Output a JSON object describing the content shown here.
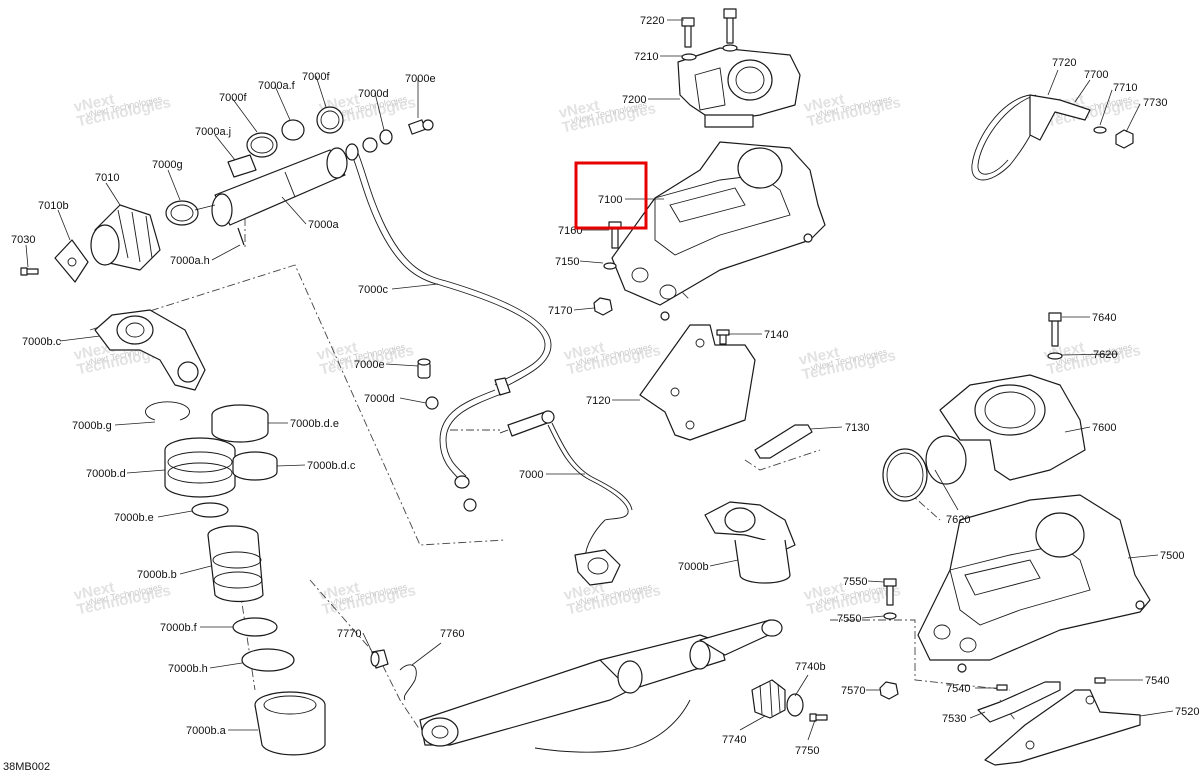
{
  "diagram_code": "38MB002",
  "highlight_color": "#e60000",
  "watermark": {
    "line1": "vNext",
    "line2": "Technologies",
    "small": "vNext Technologies"
  },
  "labels": [
    "7220",
    "7210",
    "7200",
    "7100",
    "7160",
    "7150",
    "7170",
    "7140",
    "7120",
    "7130",
    "7000",
    "7000b",
    "7720",
    "7700",
    "7710",
    "7730",
    "7640",
    "7620",
    "7600",
    "7500",
    "7550",
    "7570",
    "7540",
    "7530",
    "7520",
    "7770",
    "7760",
    "7740b",
    "7740",
    "7750",
    "7000e",
    "7000d",
    "7000c",
    "7000b.c",
    "7000b.g",
    "7000b.d",
    "7000b.d.e",
    "7000b.d.c",
    "7000b.e",
    "7000b.b",
    "7000b.f",
    "7000b.h",
    "7000b.a",
    "7010",
    "7010b",
    "7030",
    "7000g",
    "7000a",
    "7000a.h",
    "7000a.j",
    "7000f",
    "7000a.f",
    "7000e",
    "7000d"
  ],
  "highlighted_label": "7100"
}
